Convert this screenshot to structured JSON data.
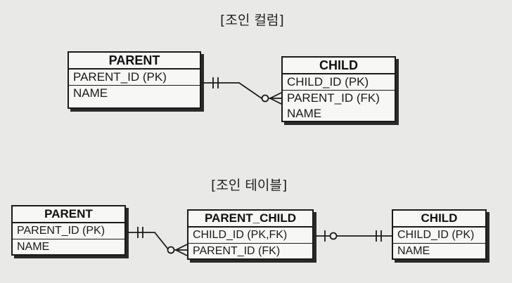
{
  "section1": {
    "caption": "[조인 컬럼]",
    "parent": {
      "title": "PARENT",
      "rows": [
        "PARENT_ID (PK)",
        "NAME"
      ]
    },
    "child": {
      "title": "CHILD",
      "rows": [
        "CHILD_ID (PK)",
        "PARENT_ID (FK)",
        "NAME"
      ]
    }
  },
  "section2": {
    "caption": "[조인 테이블]",
    "parent": {
      "title": "PARENT",
      "rows": [
        "PARENT_ID (PK)",
        "NAME"
      ]
    },
    "join": {
      "title": "PARENT_CHILD",
      "rows": [
        "CHILD_ID (PK,FK)",
        "PARENT_ID (FK)"
      ]
    },
    "child": {
      "title": "CHILD",
      "rows": [
        "CHILD_ID (PK)",
        "NAME"
      ]
    }
  }
}
